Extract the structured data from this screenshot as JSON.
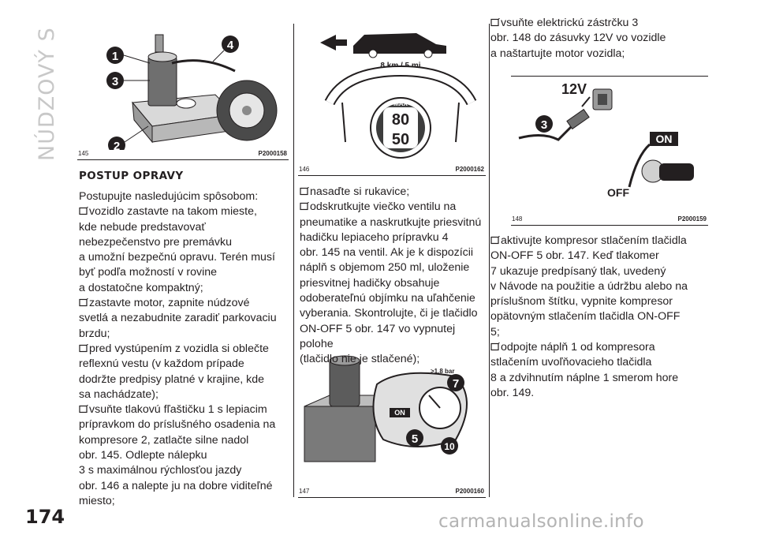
{
  "side_title": "NÚDZOVÝ STAV",
  "page_number": "174",
  "watermark": "carmanualsonline.info",
  "figures": {
    "f145": {
      "num": "145",
      "code": "P2000158",
      "callouts": [
        "1",
        "3",
        "2",
        "4"
      ]
    },
    "f146": {
      "num": "146",
      "code": "P2000162",
      "speed_label": "8 km / 5 mi",
      "max_label": "MAX",
      "speed_kmh": "80",
      "speed_mph": "50",
      "curve_text": "km/h"
    },
    "f147": {
      "num": "147",
      "code": "P2000160",
      "pressure_label": ">1,8 bar",
      "on_label": "ON",
      "callouts": [
        "7",
        "5",
        "10"
      ]
    },
    "f148": {
      "num": "148",
      "code": "P2000159",
      "volt_label": "12V",
      "on_label": "ON",
      "off_label": "OFF",
      "callouts": [
        "3"
      ]
    }
  },
  "column1": {
    "heading": "POSTUP OPRAVY",
    "intro": "Postupujte nasledujúcim spôsobom:",
    "bullets": [
      [
        "vozidlo zastavte na takom mieste,",
        "kde nebude predstavovať",
        "nebezpečenstvo pre premávku",
        "a umožní bezpečnú opravu. Terén musí",
        "byť podľa možností v rovine",
        "a dostatočne kompaktný;"
      ],
      [
        "zastavte motor, zapnite núdzové",
        "svetlá a nezabudnite zaradiť parkovaciu",
        "brzdu;"
      ],
      [
        "pred vystúpením z vozidla si oblečte",
        "reflexnú vestu (v každom prípade",
        "dodržte predpisy platné v krajine, kde",
        "sa nachádzate);"
      ],
      [
        "vsuňte tlakovú fľaštičku 1 s lepiacim",
        "prípravkom do príslušného osadenia na",
        "kompresore 2, zatlačte silne nadol",
        "obr. 145. Odlepte nálepku",
        "3 s maximálnou rýchlosťou jazdy",
        "obr. 146 a nalepte ju na dobre viditeľné",
        "miesto;"
      ]
    ]
  },
  "column2": {
    "bullets": [
      [
        "nasaďte si rukavice;"
      ],
      [
        "odskrutkujte viečko ventilu na",
        "pneumatike a naskrutkujte priesvitnú",
        "hadičku lepiaceho prípravku 4",
        "obr. 145 na ventil. Ak je k dispozícii",
        "náplň s objemom 250 ml, uloženie",
        "priesvitnej hadičky obsahuje",
        "odoberateľnú objímku na uľahčenie",
        "vyberania. Skontrolujte, či je tlačidlo",
        "ON-OFF 5 obr. 147 vo vypnutej polohe",
        "(tlačidlo nie je stlačené);"
      ]
    ]
  },
  "column3": {
    "top_bullet": [
      "vsuňte elektrickú zástrčku 3",
      "obr. 148 do zásuvky 12V vo vozidle",
      "a naštartujte motor vozidla;"
    ],
    "bullets": [
      [
        "aktivujte kompresor stlačením tlačidla",
        "ON-OFF 5 obr. 147. Keď tlakomer",
        "7 ukazuje predpísaný tlak, uvedený",
        "v Návode na použitie a údržbu alebo na",
        "príslušnom štítku, vypnite kompresor",
        "opätovným stlačením tlačidla ON-OFF",
        "5;"
      ],
      [
        "odpojte náplň 1 od kompresora",
        "stlačením uvoľňovacieho tlačidla",
        "8 a zdvihnutím náplne 1 smerom hore",
        "obr. 149."
      ]
    ]
  },
  "colors": {
    "text": "#231f20",
    "watermark": "#b3b3b3",
    "side_title": "#c8c8c8",
    "callout_fill": "#231f20",
    "on_badge": "#231f20"
  }
}
